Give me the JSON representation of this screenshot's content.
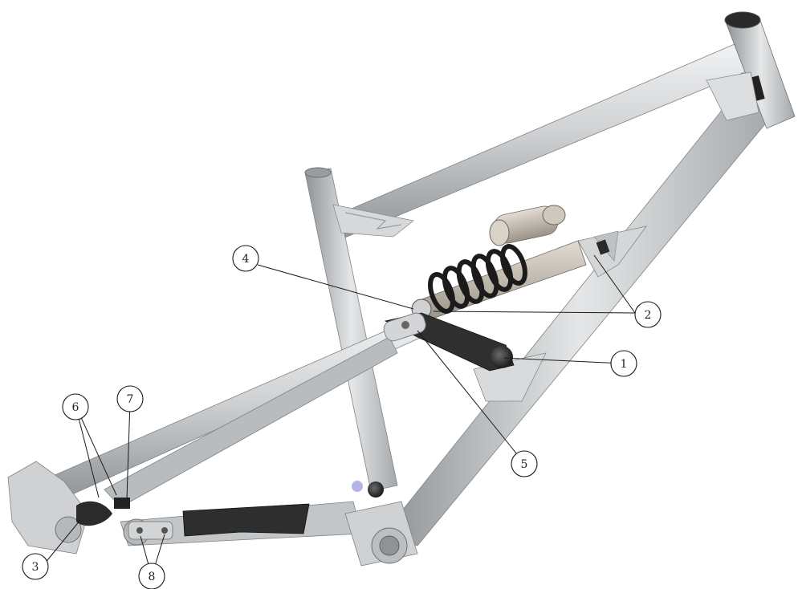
{
  "diagram": {
    "callouts": [
      {
        "id": "c1",
        "label": "1"
      },
      {
        "id": "c2",
        "label": "2"
      },
      {
        "id": "c3",
        "label": "3"
      },
      {
        "id": "c4",
        "label": "4"
      },
      {
        "id": "c5",
        "label": "5"
      },
      {
        "id": "c6",
        "label": "6"
      },
      {
        "id": "c7",
        "label": "7"
      },
      {
        "id": "c8",
        "label": "8"
      }
    ]
  },
  "colors": {
    "frame": "#c9cbcd",
    "frame_shadow": "#8e9194",
    "frame_highlight": "#eef0f1",
    "dark_parts": "#2b2b2b",
    "accent_leader": "#9aa33a"
  }
}
